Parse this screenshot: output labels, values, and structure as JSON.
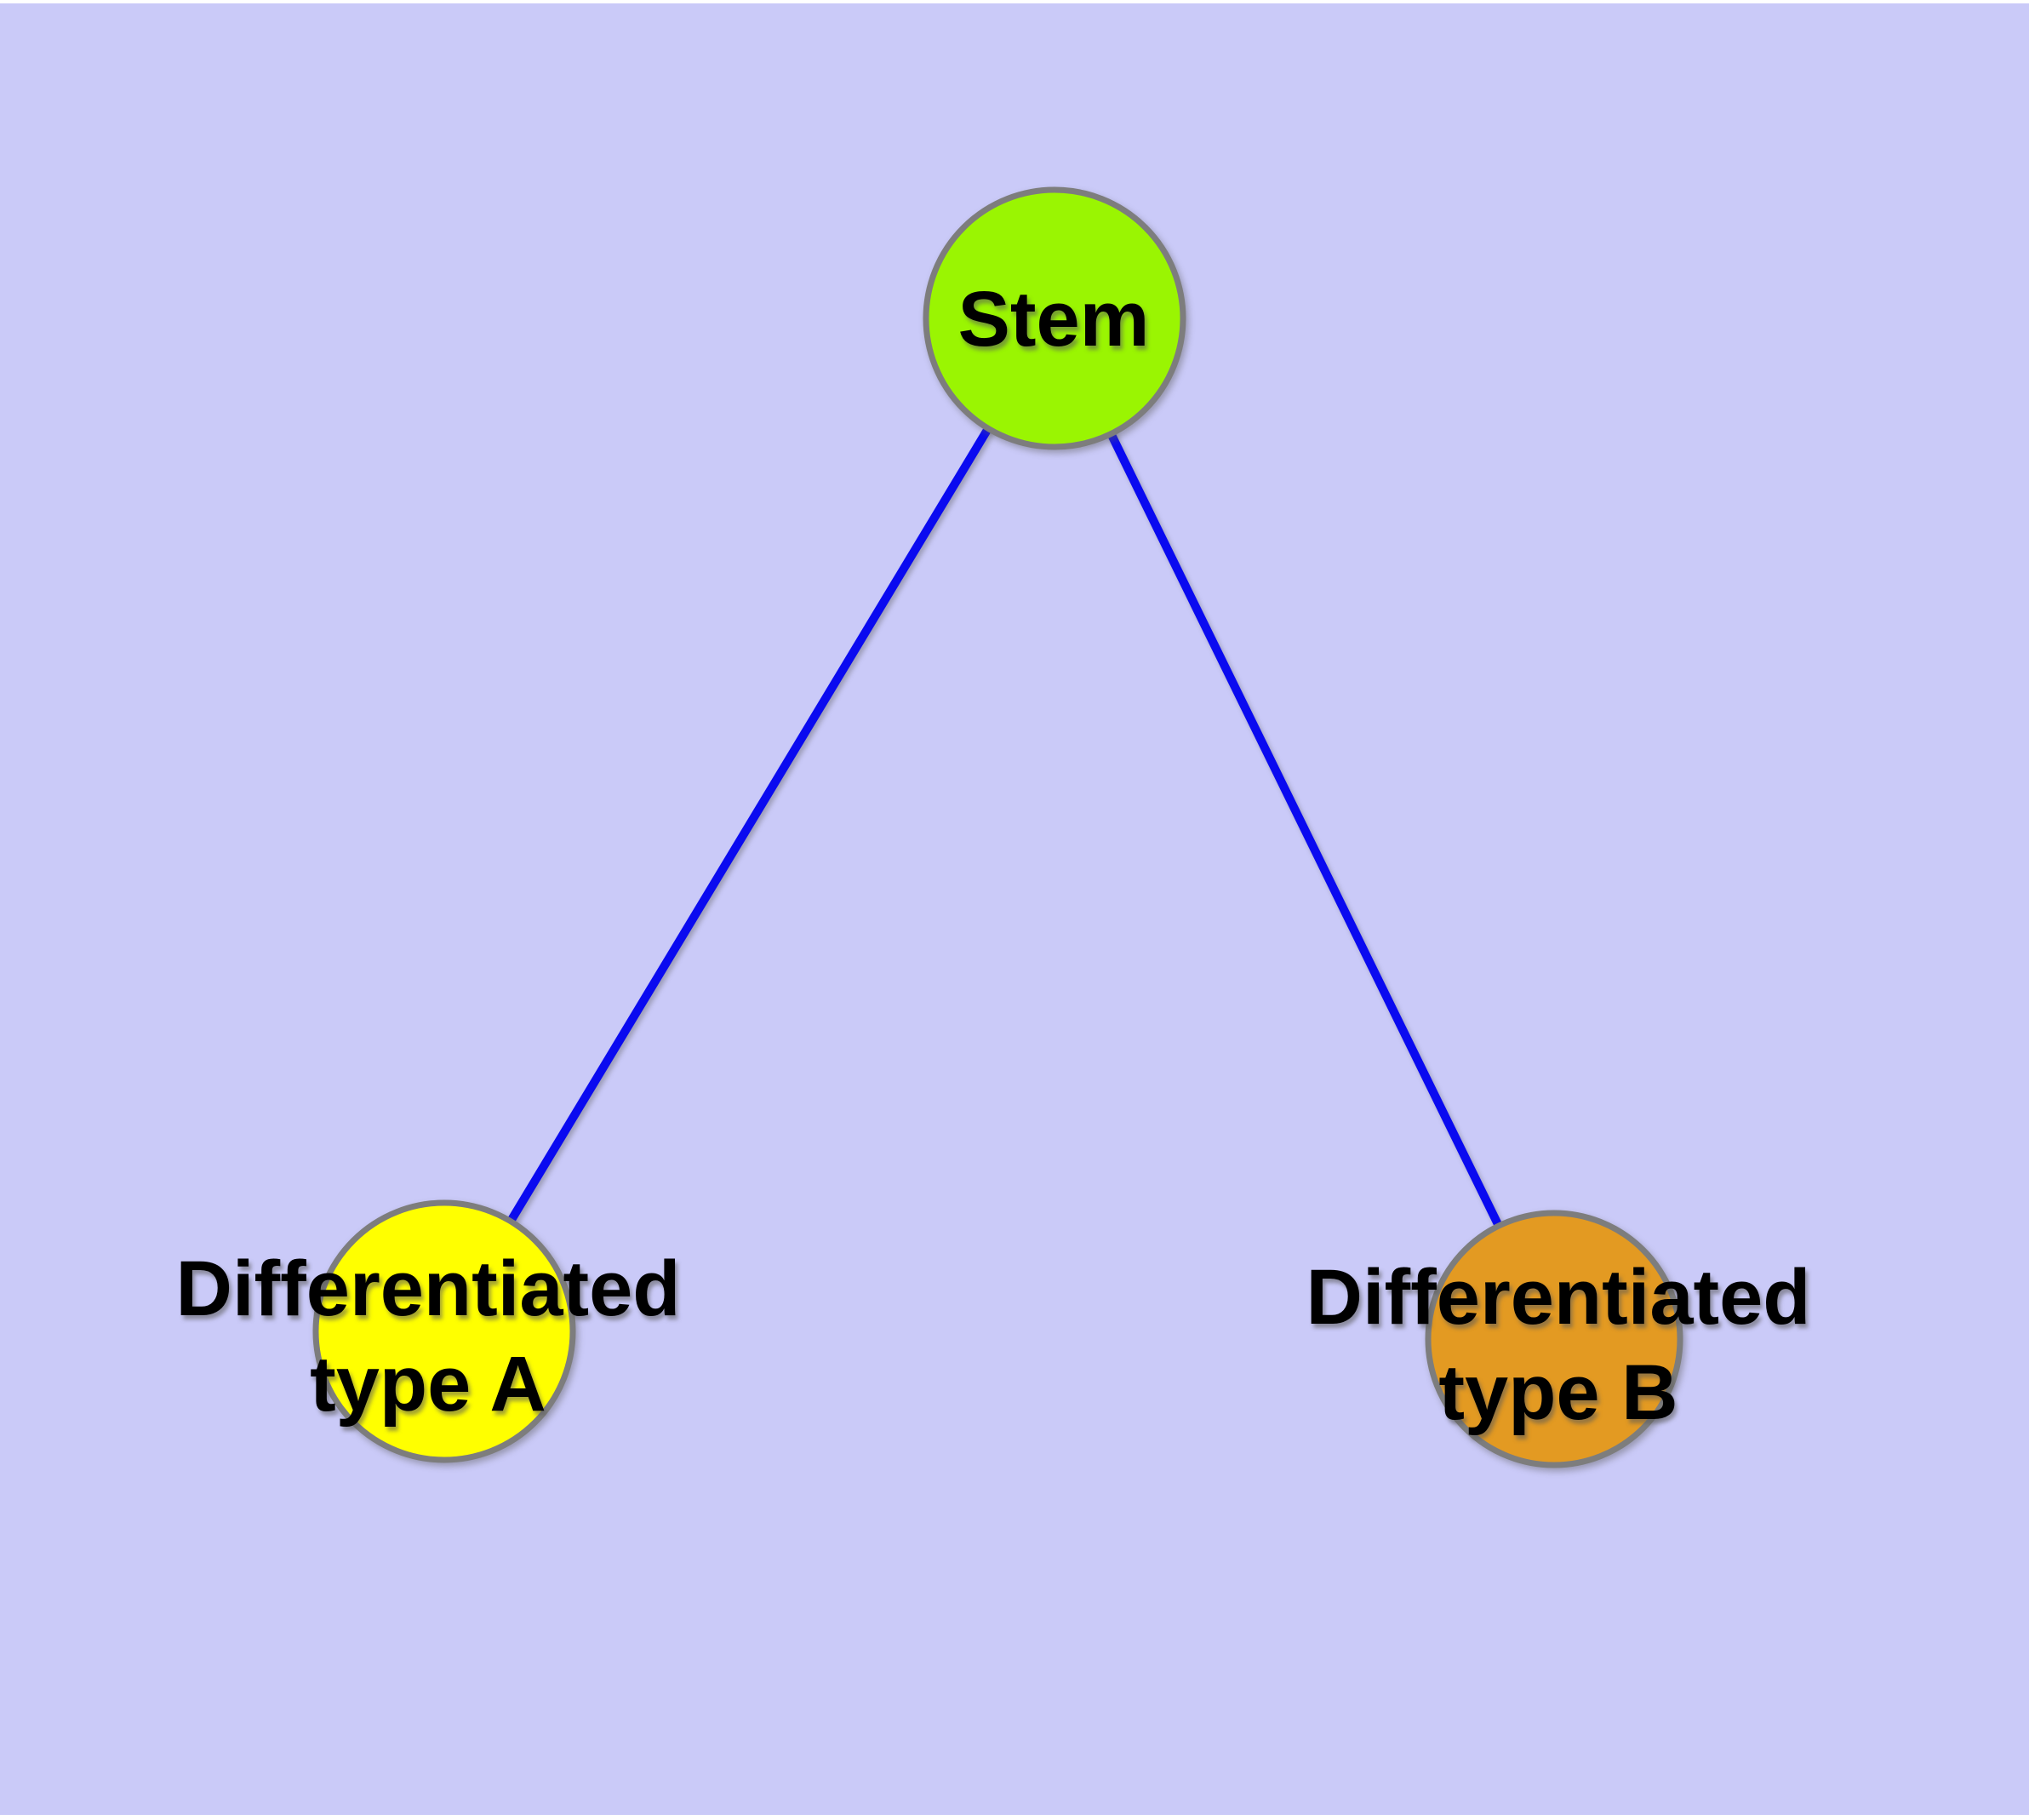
{
  "canvas": {
    "background_color": "#cacaf8",
    "margin_color": "#ffffff"
  },
  "graph": {
    "edge_color": "#0a0af0",
    "node_border_color": "#7d7d7d",
    "text_color": "#000000",
    "nodes": [
      {
        "id": "stem",
        "lines": [
          "Stem"
        ],
        "fill": "#9af502"
      },
      {
        "id": "differentiated-type-a",
        "lines": [
          "Differentiated",
          "type A"
        ],
        "fill": "#ffff00"
      },
      {
        "id": "differentiated-type-b",
        "lines": [
          "Differentiated",
          "type B"
        ],
        "fill": "#e39a22"
      }
    ],
    "edges": [
      {
        "from": "stem",
        "to": "differentiated-type-a"
      },
      {
        "from": "stem",
        "to": "differentiated-type-b"
      }
    ]
  }
}
